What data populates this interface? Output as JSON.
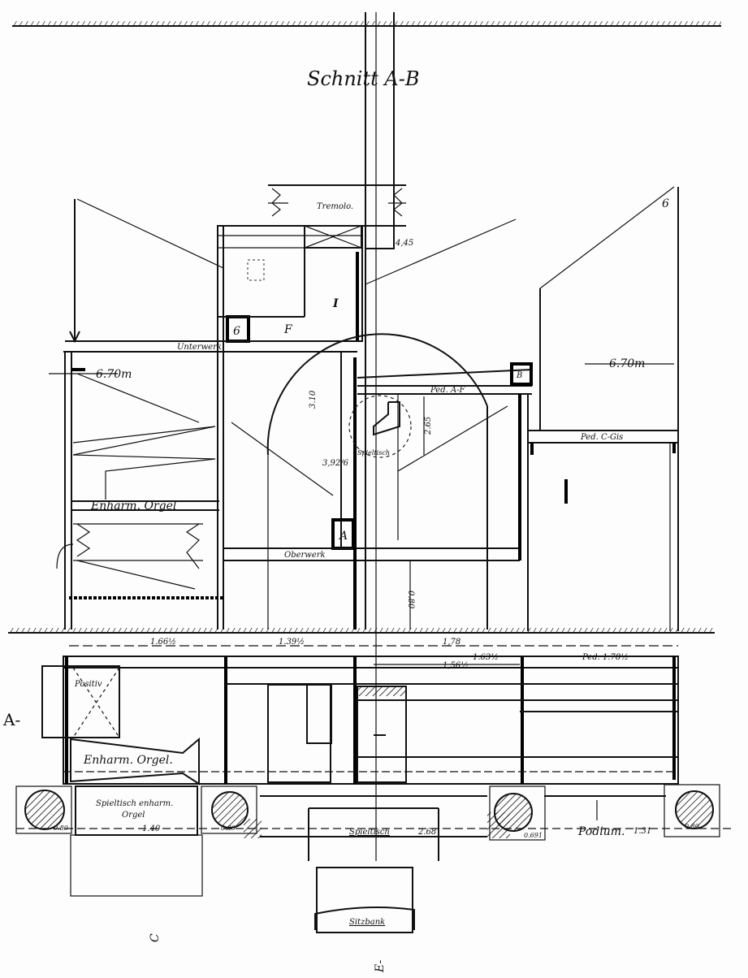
{
  "title": "Schnitt A-B",
  "section": {
    "tremolo": "Tremolo.",
    "unterwerk": "Unterwerk",
    "oberwerk": "Oberwerk",
    "enharm_orgel": "Enharm. Orgel",
    "ped_af": "Ped. A-F",
    "ped_cgis": "Ped. C-Gis",
    "spieltisch_detail": "Spieltisch",
    "height_left": "6.70m",
    "height_right": "6.70m",
    "dim_310": "3.10",
    "dim_265": "2.65",
    "dim_080": "0.80",
    "dim_3926": "3,92/6",
    "dim_445": "4,45",
    "mark_6": "6",
    "mark_I": "I",
    "mark_F": "F",
    "mark_A": "A",
    "mark_B": "B"
  },
  "plan": {
    "dim_166": "1.66½",
    "dim_139": "1.39½",
    "dim_178": "1,78",
    "dim_163": "1.63½",
    "dim_156": "1,56½",
    "dim_ped178": "Ped. 1.78½",
    "positiv": "Positiv",
    "enharm_orgel": "Enharm. Orgel.",
    "spieltisch_enharm": "Spieltisch enharm.",
    "spieltisch_enharm_2": "Orgel",
    "dim_140": "1.40",
    "spieltisch": "Spieltisch",
    "dim_268": "2.68",
    "podium": "Podium.",
    "dim_131": "1.31",
    "sitzbank": "Sitzbank",
    "col_1": "0.80",
    "col_2": "0.80",
    "col_3": "0.691",
    "col_4": "0.80"
  },
  "markers": {
    "a": "A-",
    "c": "C",
    "e": "E-"
  }
}
